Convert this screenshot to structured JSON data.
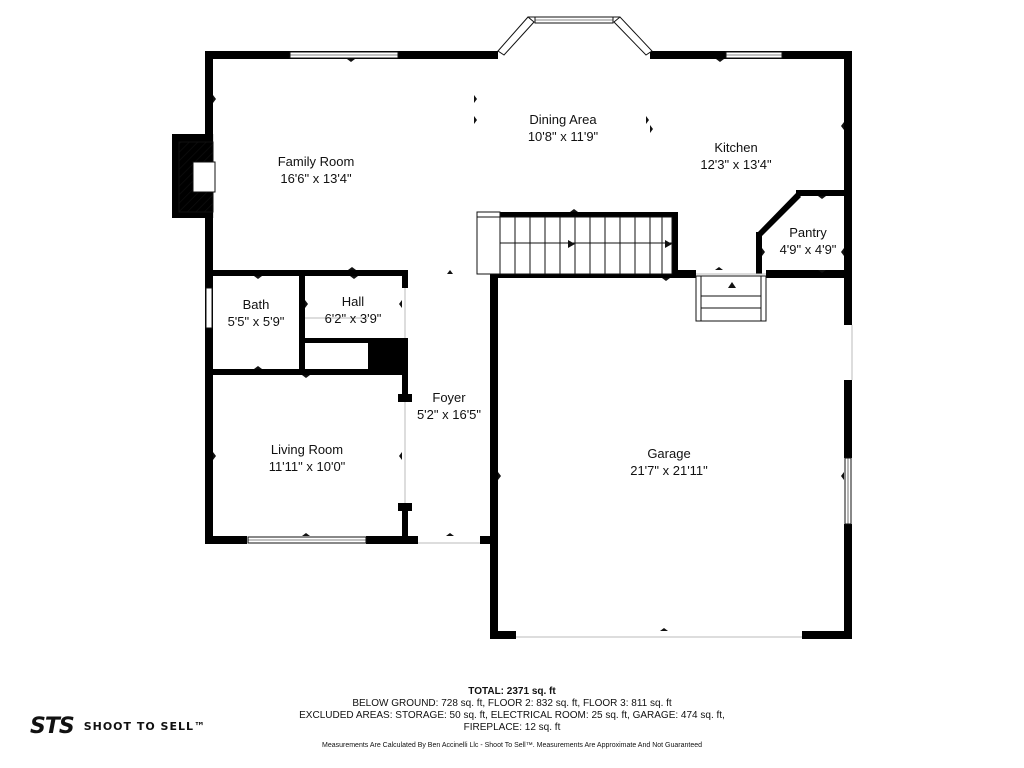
{
  "rooms": {
    "family": {
      "name": "Family Room",
      "dims": "16'6\" x 13'4\""
    },
    "dining": {
      "name": "Dining Area",
      "dims": "10'8\" x 11'9\""
    },
    "kitchen": {
      "name": "Kitchen",
      "dims": "12'3\" x 13'4\""
    },
    "pantry": {
      "name": "Pantry",
      "dims": "4'9\" x 4'9\""
    },
    "bath": {
      "name": "Bath",
      "dims": "5'5\" x 5'9\""
    },
    "hall": {
      "name": "Hall",
      "dims": "6'2\" x 3'9\""
    },
    "foyer": {
      "name": "Foyer",
      "dims": "5'2\" x 16'5\""
    },
    "living": {
      "name": "Living Room",
      "dims": "11'11\" x 10'0\""
    },
    "garage": {
      "name": "Garage",
      "dims": "21'7\" x 21'11\""
    }
  },
  "footer": {
    "total": "TOTAL: 2371 sq. ft",
    "line1": "BELOW GROUND: 728 sq. ft, FLOOR 2: 832 sq. ft, FLOOR 3: 811 sq. ft",
    "line2": "EXCLUDED AREAS: STORAGE: 50 sq. ft, ELECTRICAL ROOM: 25 sq. ft, GARAGE: 474 sq. ft,",
    "line3": "FIREPLACE: 12 sq. ft",
    "disclaimer": "Measurements Are Calculated By Ben Accinelli Llc - Shoot To Sell™. Measurements Are Approximate And Not Guaranteed"
  },
  "logo": {
    "mark": "STS",
    "text": "SHOOT TO SELL™"
  }
}
